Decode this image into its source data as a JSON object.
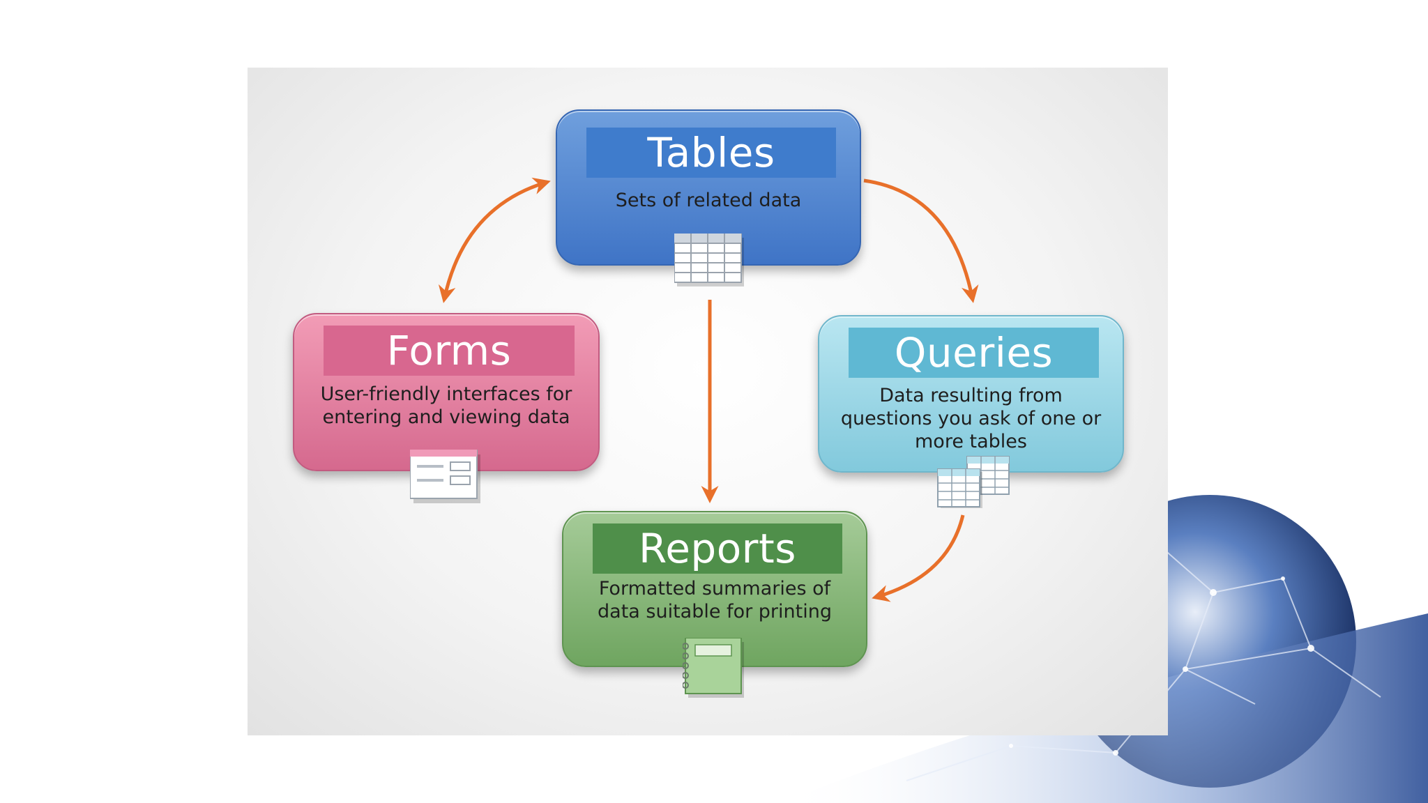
{
  "nodes": {
    "tables": {
      "title": "Tables",
      "description": "Sets of related data"
    },
    "forms": {
      "title": "Forms",
      "description": "User-friendly interfaces for entering and viewing data"
    },
    "queries": {
      "title": "Queries",
      "description": "Data resulting from questions you ask of one or more tables"
    },
    "reports": {
      "title": "Reports",
      "description": "Formatted summaries of data suitable for printing"
    }
  },
  "edges": [
    {
      "from": "tables",
      "to": "forms",
      "bidirectional": true
    },
    {
      "from": "tables",
      "to": "queries",
      "bidirectional": false
    },
    {
      "from": "tables",
      "to": "reports",
      "bidirectional": false
    },
    {
      "from": "queries",
      "to": "reports",
      "bidirectional": false
    }
  ],
  "colors": {
    "arrow": "#e8702a",
    "tables": "#3f7ccc",
    "forms": "#d8678f",
    "queries": "#5fb8d3",
    "reports": "#4f8f4a"
  },
  "icons": {
    "tables": "table-grid-icon",
    "forms": "form-window-icon",
    "queries": "stacked-tables-icon",
    "reports": "report-notebook-icon"
  }
}
